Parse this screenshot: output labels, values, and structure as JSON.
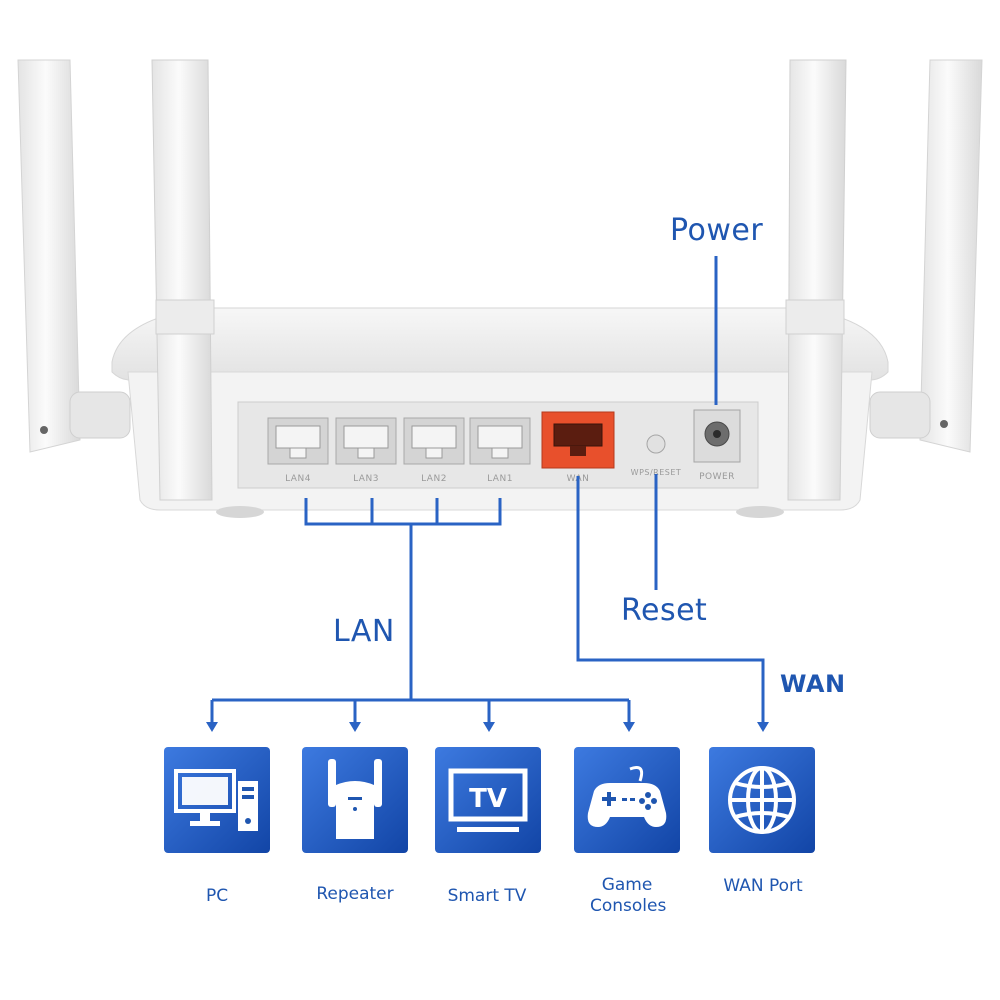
{
  "colors": {
    "accent_blue": "#1f56b0",
    "line_blue": "#2a63c4",
    "tile_blue_dark": "#1245a6",
    "tile_blue_light": "#3d7ae0",
    "wan_port_orange": "#e8502c",
    "router_white": "#f2f2f2"
  },
  "router": {
    "ports": [
      {
        "label": "LAN4"
      },
      {
        "label": "LAN3"
      },
      {
        "label": "LAN2"
      },
      {
        "label": "LAN1"
      },
      {
        "label": "WAN"
      },
      {
        "label": "WPS/RESET"
      },
      {
        "label": "POWER"
      }
    ]
  },
  "callouts": {
    "power": "Power",
    "reset": "Reset",
    "lan": "LAN",
    "wan": "WAN"
  },
  "devices": [
    {
      "label": "PC",
      "icon": "pc-icon"
    },
    {
      "label": "Repeater",
      "icon": "repeater-icon"
    },
    {
      "label": "Smart TV",
      "icon": "tv-icon",
      "screen_text": "TV"
    },
    {
      "label": "Game Consoles",
      "icon": "gamepad-icon"
    },
    {
      "label": "WAN Port",
      "icon": "globe-icon"
    }
  ]
}
